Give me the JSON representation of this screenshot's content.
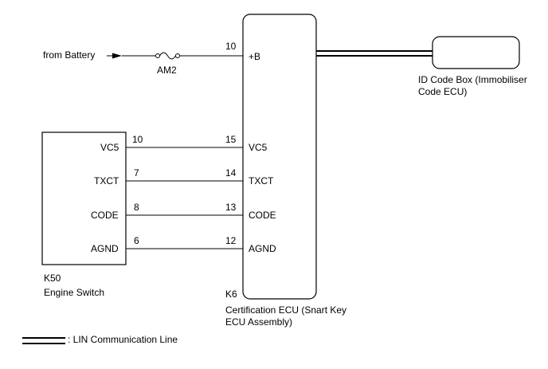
{
  "battery": {
    "label": "from Battery"
  },
  "fuse": {
    "label": "AM2"
  },
  "id_box": {
    "line1": "ID Code Box (Immobiliser",
    "line2": "Code ECU)"
  },
  "cert_ecu": {
    "code": "K6",
    "name_line1": "Certification ECU (Snart Key",
    "name_line2": "ECU Assembly)",
    "b_pin": "10",
    "b_label": "+B",
    "pins": [
      {
        "pin": "15",
        "label": "VC5"
      },
      {
        "pin": "14",
        "label": "TXCT"
      },
      {
        "pin": "13",
        "label": "CODE"
      },
      {
        "pin": "12",
        "label": "AGND"
      }
    ]
  },
  "engine_switch": {
    "code": "K50",
    "name": "Engine Switch",
    "pins": [
      {
        "pin": "10",
        "label": "VC5"
      },
      {
        "pin": "7",
        "label": "TXCT"
      },
      {
        "pin": "8",
        "label": "CODE"
      },
      {
        "pin": "6",
        "label": "AGND"
      }
    ]
  },
  "legend": {
    "label": ": LIN Communication Line"
  }
}
